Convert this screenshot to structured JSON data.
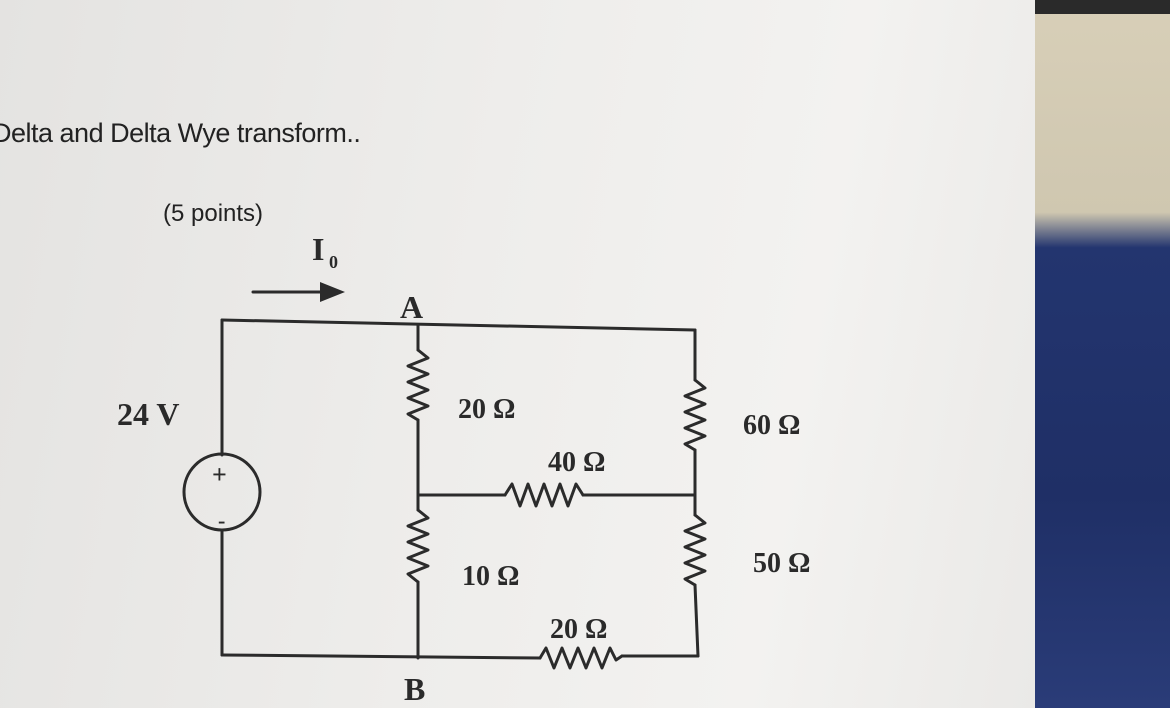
{
  "heading": "Delta and Delta Wye transform..",
  "points": "(5 points)",
  "current_label": "I",
  "current_sub": "0",
  "node_a": "A",
  "node_b": "B",
  "source": {
    "voltage": "24 V",
    "plus": "+",
    "minus": "-"
  },
  "resistors": {
    "r_a_mid": "20 Ω",
    "r_mid_bottom": "10 Ω",
    "r_mid_horizontal": "40 Ω",
    "r_bottom_horizontal": "20 Ω",
    "r_right_top": "60 Ω",
    "r_right_bottom": "50 Ω"
  }
}
